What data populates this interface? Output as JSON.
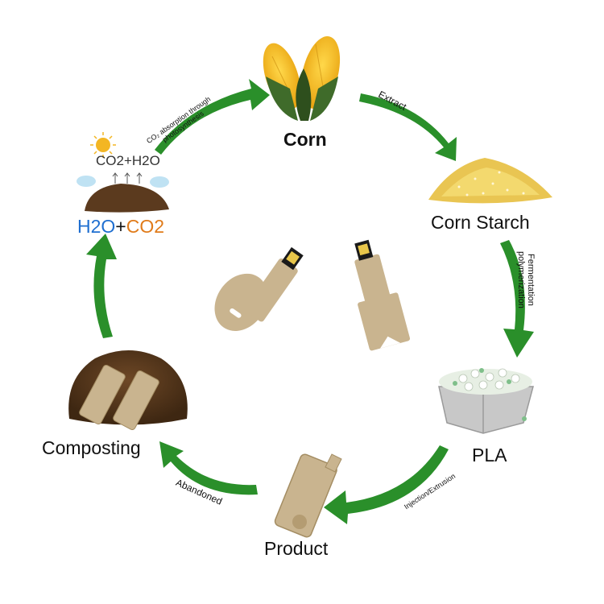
{
  "stages": {
    "corn": "Corn",
    "corn_starch": "Corn Starch",
    "pla": "PLA",
    "product": "Product",
    "composting": "Composting",
    "co2_water": "CO2+H2O",
    "h2o": "H2O",
    "plus": "+",
    "co2": "CO2"
  },
  "transitions": {
    "extract": "Extract",
    "fermentation": "Fermentation",
    "polymerization": "polymerization",
    "injection": "Injection/Extrusion",
    "abandoned": "Abandoned",
    "photosynthesis_line1": "CO₂ absorption through",
    "photosynthesis_line2": "photosynthesis"
  },
  "icons": {
    "corn": "corn-icon",
    "starch": "starch-pile-icon",
    "pla": "pla-pellet-bin-icon",
    "product": "usb-swivel-drive-icon",
    "composting": "soil-with-usb-drives-icon",
    "soil": "soil-sun-cloud-icon",
    "center": "key-shaped-usb-drives-icon"
  },
  "colors": {
    "arrow": "#2a8f2a",
    "h2o": "#1f6fd0",
    "co2": "#e07b1a",
    "kraft": "#c9b48f",
    "soil": "#5b3a1e"
  }
}
